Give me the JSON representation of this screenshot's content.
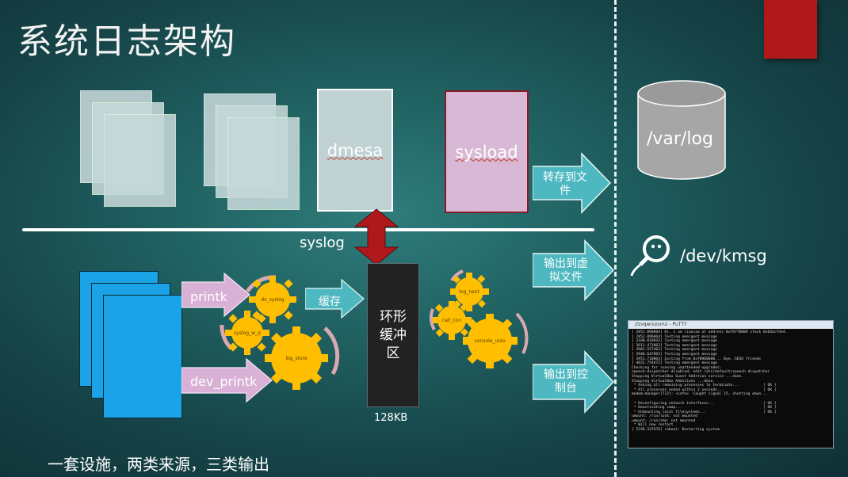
{
  "title": "系统日志架构",
  "labels": {
    "dmesa": "dmesa",
    "sysload": "sysload",
    "syslog": "syslog",
    "varlog": "/var/log",
    "devkmsg": "/dev/kmsg",
    "ring_buffer": "环形\n缓冲\n区",
    "ring_size": "128KB",
    "printk": "printk",
    "dev_printk": "dev_printk",
    "cache_arrow": "缓存",
    "dump_to_file": "转存到文\n件",
    "output_virtual": "输出到虚\n拟文件",
    "output_console": "输出到控\n制台",
    "footer": "一套设施，两类来源，三类输出"
  },
  "gears": {
    "g1": "do_syslog",
    "g2": "syslog_w_q",
    "g3": "log_store",
    "g4": "log_next",
    "g5": "call_con",
    "g6": "console_unlo"
  },
  "console": {
    "title": "//zvqw/vzom2 - PuTTY",
    "lines": [
      "[ 2852.090804] Hi, I am liaoiao at address 0xf07f8000 stack 0x6dacfde4.",
      "[ 2852.096064] Testing emergent message",
      "[ 3180.810942] Testing emergent message",
      "[ 3611.471862] Testing emergent message",
      "[ 3901.557462] Testing emergent message",
      "[ 3948.647865] Testing emergent message",
      "[ 3951.710863] Exiting from 0xf0960000... Bye, GEGU friends",
      "[ 4031.754672] Testing emergent message",
      "Checking for running unattended-upgrades:",
      "speech-dispatcher disabled; edit /etc/default/speech-dispatcher",
      "Stopping VirtualBox Guest Addition service ...done.",
      "Stopping VirtualBox Additions ...done.",
      " * Asking all remaining processes to terminate...           [ OK ]",
      " * All processes ended within 2 seconds...                  [ OK ]",
      "modem-manager[712]: <info>  Caught signal 15, shutting down...",
      "",
      " * Deconfiguring network interfaces...                      [ OK ]",
      " * Deactivating swap...                                     [ OK ]",
      " * Unmounting local filesystems...                          [ OK ]",
      "umount: /run/lock: not mounted",
      "umount: /run/shm: not mounted",
      " * Will now restart",
      "[ 5196.337676] reboot: Restarting system"
    ]
  },
  "colors": {
    "arrow_teal": "#4db8c0",
    "arrow_pink": "#d9b0d6",
    "gear": "#ffbf00",
    "red": "#b0191b",
    "blue": "#1aa3e6"
  }
}
